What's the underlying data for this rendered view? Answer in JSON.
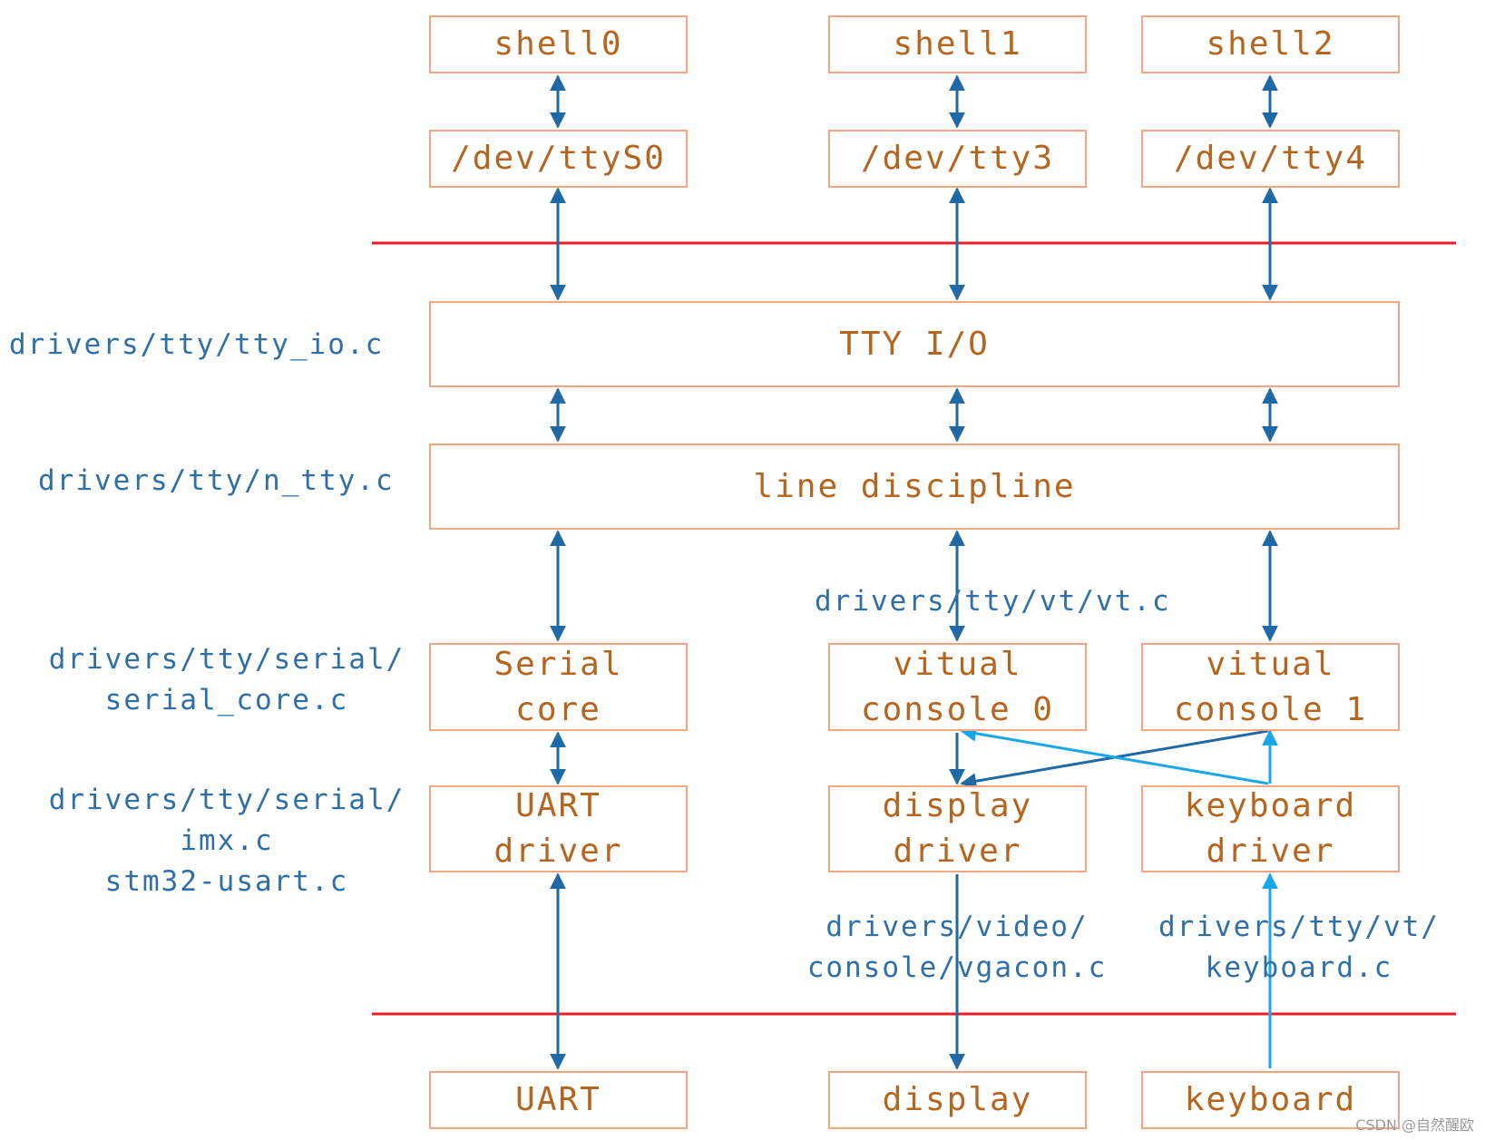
{
  "colors": {
    "box_border": "#f4a582",
    "box_text": "#b5651d",
    "arrow_dark": "#1f6aa5",
    "arrow_light": "#1aa7e8",
    "separator": "#ee1c25",
    "label_text": "#2f6fa8"
  },
  "boxes": {
    "shell0": "shell0",
    "shell1": "shell1",
    "shell2": "shell2",
    "dev_ttyS0": "/dev/ttyS0",
    "dev_tty3": "/dev/tty3",
    "dev_tty4": "/dev/tty4",
    "tty_io": "TTY I/O",
    "line_discipline": "line discipline",
    "serial_core": "Serial\ncore",
    "virtual_console_0": "vitual\nconsole 0",
    "virtual_console_1": "vitual\nconsole 1",
    "uart_driver": "UART\ndriver",
    "display_driver": "display\ndriver",
    "keyboard_driver": "keyboard\ndriver",
    "uart": "UART",
    "display": "display",
    "keyboard": "keyboard"
  },
  "labels": {
    "tty_io_file": "drivers/tty/tty_io.c",
    "n_tty_file": "drivers/tty/n_tty.c",
    "vt_file": "drivers/tty/vt/vt.c",
    "serial_core_file": "drivers/tty/serial/\nserial_core.c",
    "uart_driver_files": "drivers/tty/serial/\nimx.c\nstm32-usart.c",
    "vgacon_file": "drivers/video/\nconsole/vgacon.c",
    "keyboard_file": "drivers/tty/vt/\nkeyboard.c"
  },
  "watermark": "CSDN @自然醒欧"
}
